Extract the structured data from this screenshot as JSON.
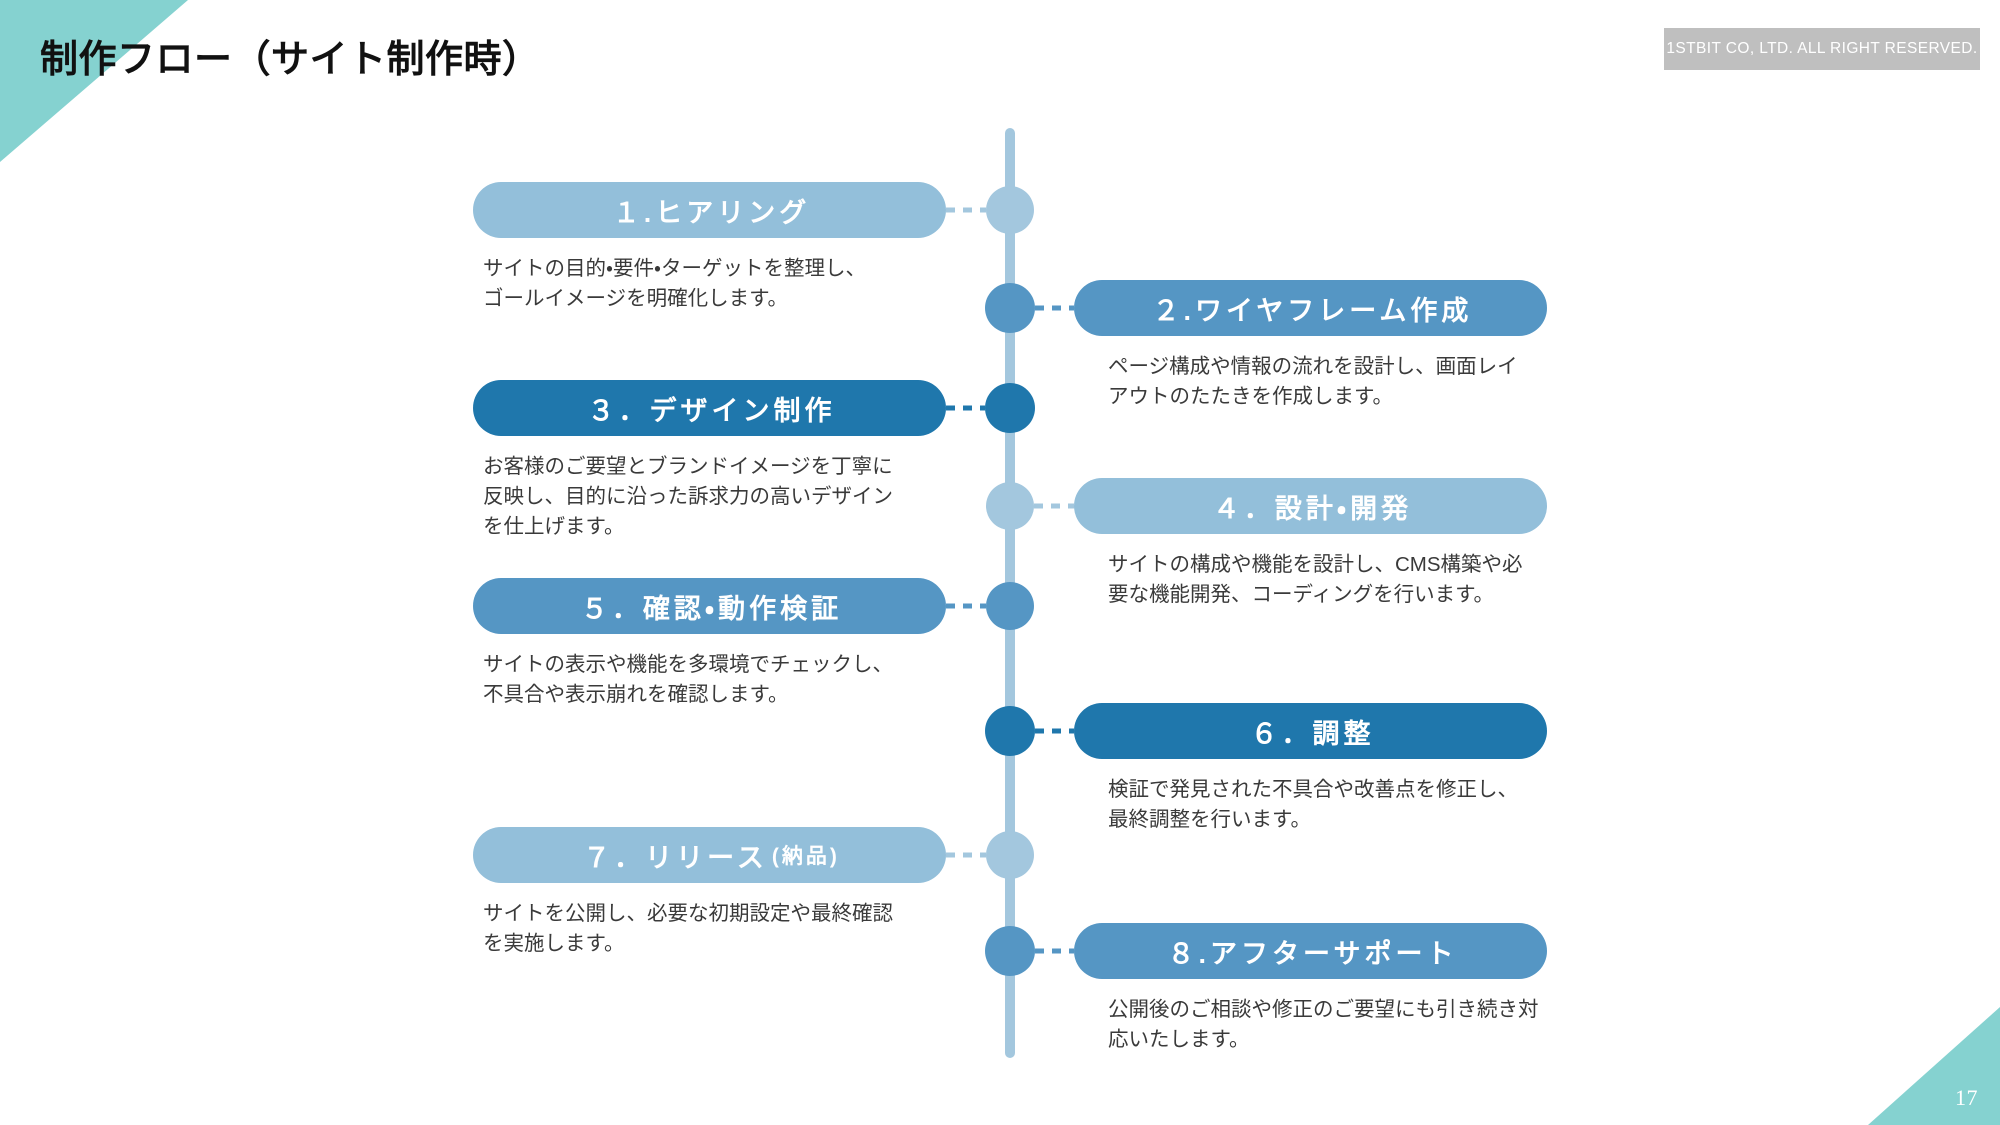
{
  "header": {
    "title": "制作フロー（サイト制作時）",
    "copyright": "1STBIT CO, LTD. ALL RIGHT RESERVED."
  },
  "footer": {
    "page_number": "17"
  },
  "theme": {
    "accent_teal": "#85d2d0",
    "axis_blue": "#a3c7de",
    "pill_light": "#93bfda",
    "pill_medium": "#5596c4",
    "pill_dark": "#1f77ac",
    "badge_gray": "#bfbfbf",
    "text_dark": "#111111",
    "text_body": "#3a3a3a"
  },
  "flow": {
    "steps": [
      {
        "number": "1",
        "label": "１.ヒアリング",
        "sub_label": "",
        "side": "left",
        "pill_color": "#93bfda",
        "dot_color": "#a3c7de",
        "description": "サイトの目的・要件・ターゲットを整理し、\nゴールイメージを明確化します。"
      },
      {
        "number": "2",
        "label": "２.ワイヤフレーム作成",
        "sub_label": "",
        "side": "right",
        "pill_color": "#5596c4",
        "dot_color": "#5596c4",
        "description": "ページ構成や情報の流れを設計し、画面レイ\nアウトのたたきを作成します。"
      },
      {
        "number": "3",
        "label": "３．デザイン制作",
        "sub_label": "",
        "side": "left",
        "pill_color": "#1f77ac",
        "dot_color": "#1f77ac",
        "description": "お客様のご要望とブランドイメージを丁寧に\n反映し、目的に沿った訴求力の高いデザイン\nを仕上げます。"
      },
      {
        "number": "4",
        "label": "４．設計・開発",
        "sub_label": "",
        "side": "right",
        "pill_color": "#93bfda",
        "dot_color": "#a3c7de",
        "description": "サイトの構成や機能を設計し、CMS構築や必\n要な機能開発、コーディングを行います。"
      },
      {
        "number": "5",
        "label": "５．確認・動作検証",
        "sub_label": "",
        "side": "left",
        "pill_color": "#5596c4",
        "dot_color": "#5596c4",
        "description": "サイトの表示や機能を多環境でチェックし、\n不具合や表示崩れを確認します。"
      },
      {
        "number": "6",
        "label": "６．調整",
        "sub_label": "",
        "side": "right",
        "pill_color": "#1f77ac",
        "dot_color": "#1f77ac",
        "description": "検証で発見された不具合や改善点を修正し、\n最終調整を行います。"
      },
      {
        "number": "7",
        "label": "７．リリース",
        "sub_label": "(納品)",
        "side": "left",
        "pill_color": "#93bfda",
        "dot_color": "#a3c7de",
        "description": "サイトを公開し、必要な初期設定や最終確認\nを実施します。"
      },
      {
        "number": "8",
        "label": "８.アフターサポート",
        "sub_label": "",
        "side": "right",
        "pill_color": "#5596c4",
        "dot_color": "#5596c4",
        "description": "公開後のご相談や修正のご要望にも引き続き対\n応いたします。"
      }
    ]
  }
}
